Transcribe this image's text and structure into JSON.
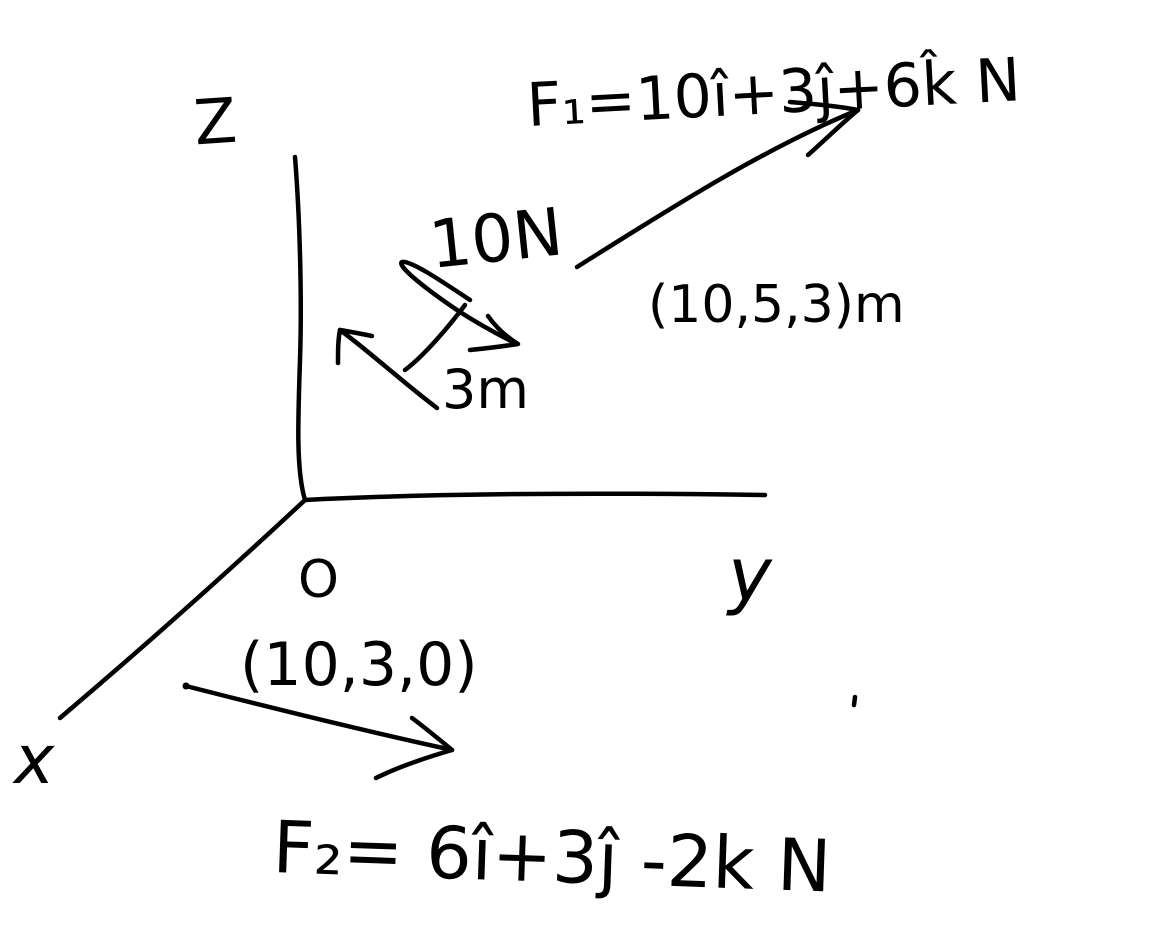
{
  "axes": {
    "z_label": "Z",
    "y_label": "y",
    "x_label": "x",
    "origin_label": "O"
  },
  "force_1": {
    "equation": "F₁=10î+3ĵ+6k̂ N",
    "point": "(10,5,3)m"
  },
  "force_2": {
    "equation": "F₂= 6î+3ĵ -2k N",
    "point": "(10,3,0)"
  },
  "couple": {
    "force_label": "10N",
    "distance_label": "3m"
  }
}
